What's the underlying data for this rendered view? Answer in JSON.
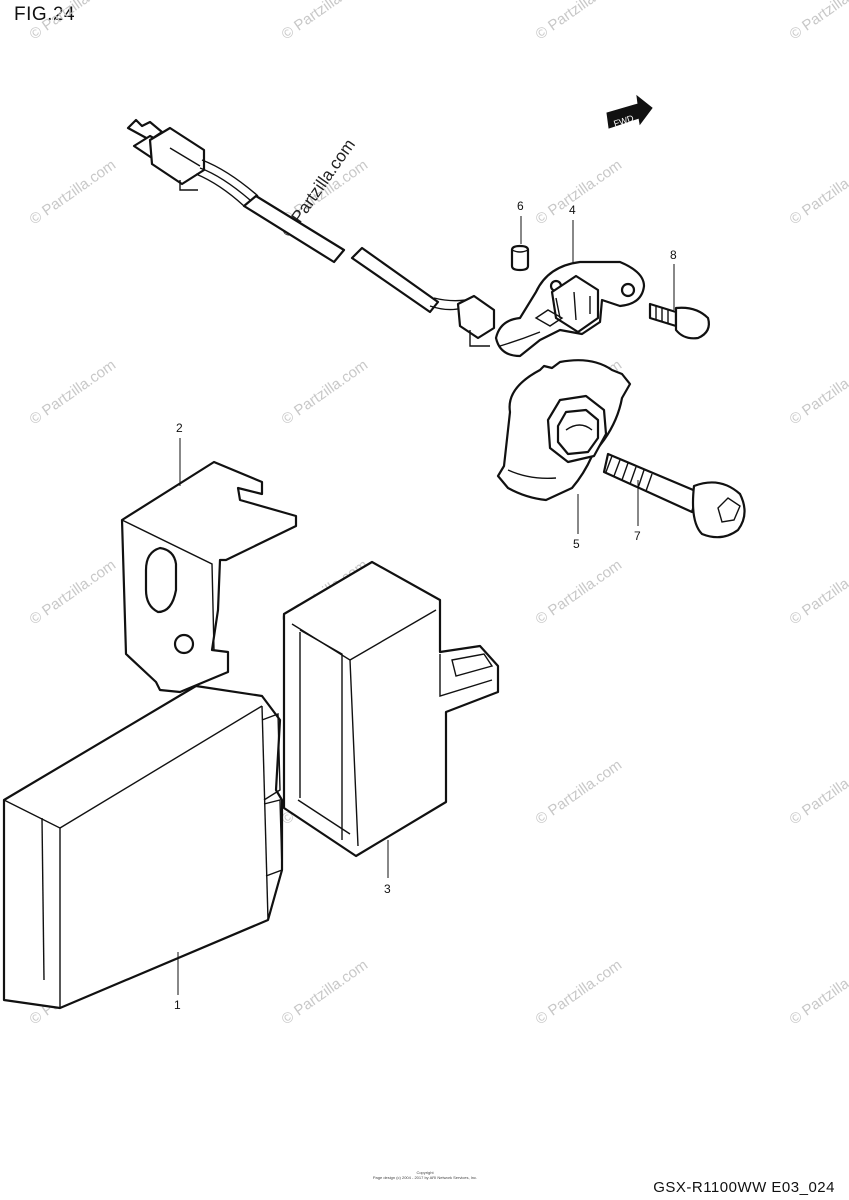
{
  "figure": {
    "title": "FIG.24",
    "diagram_code": "GSX-R1100WW  E03_024",
    "copyright_line1": "Copyright",
    "copyright_line2": "Page design (c) 2004 - 2017 by ARI Network Services, Inc."
  },
  "badge": {
    "label": "FWD"
  },
  "watermark": {
    "text": "© Partzilla.com",
    "main_text": "© Partzilla.com"
  },
  "callouts": [
    {
      "id": "1",
      "label": "1"
    },
    {
      "id": "2",
      "label": "2"
    },
    {
      "id": "3",
      "label": "3"
    },
    {
      "id": "4",
      "label": "4"
    },
    {
      "id": "5",
      "label": "5"
    },
    {
      "id": "6",
      "label": "6"
    },
    {
      "id": "7",
      "label": "7"
    },
    {
      "id": "8",
      "label": "8"
    }
  ]
}
